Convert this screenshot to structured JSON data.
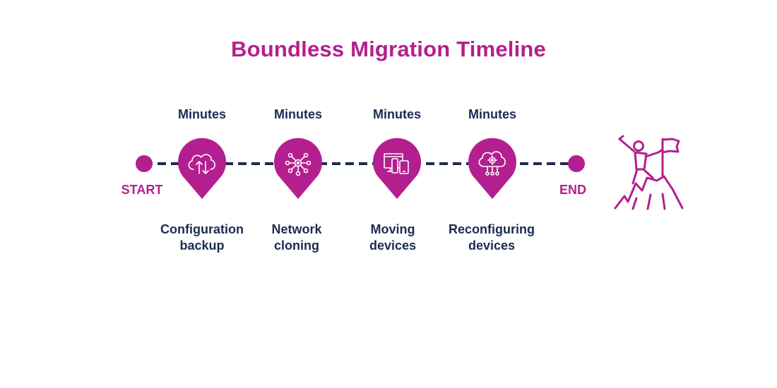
{
  "title": "Boundless Migration Timeline",
  "colors": {
    "accent": "#b41f8f",
    "text": "#1d2a52",
    "line": "#1d2a52",
    "background": "#ffffff"
  },
  "start_label": "START",
  "end_label": "END",
  "steps": [
    {
      "duration": "Minutes",
      "label": "Configuration\nbackup",
      "icon": "cloud-upload-download-icon"
    },
    {
      "duration": "Minutes",
      "label": "Network\ncloning",
      "icon": "network-hub-icon"
    },
    {
      "duration": "Minutes",
      "label": "Moving\ndevices",
      "icon": "devices-icon"
    },
    {
      "duration": "Minutes",
      "label": "Reconfiguring\ndevices",
      "icon": "cloud-gear-icon"
    }
  ],
  "goal_icon": "summit-flag-climber-icon"
}
